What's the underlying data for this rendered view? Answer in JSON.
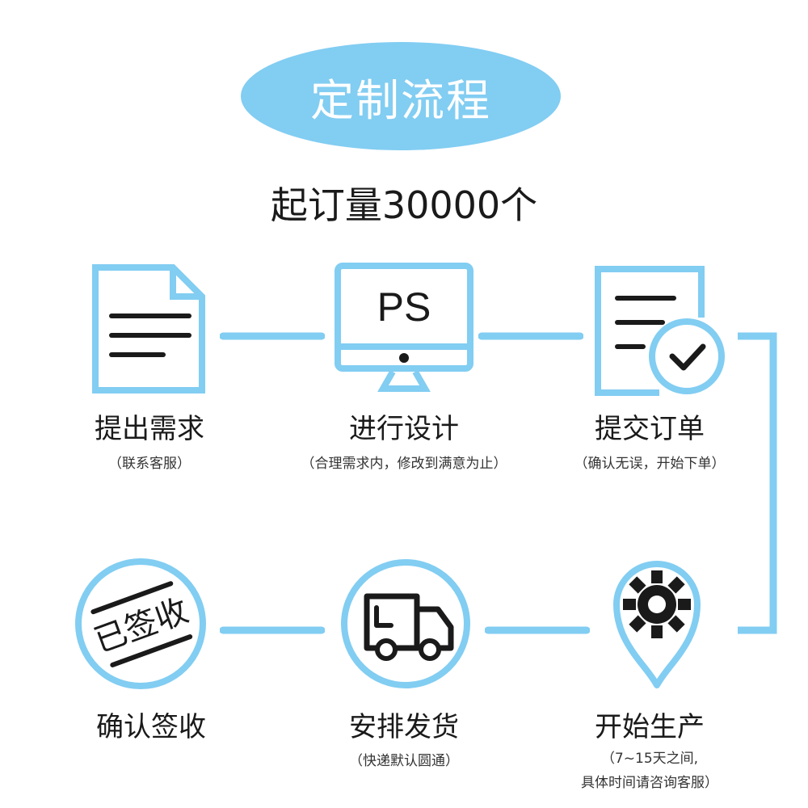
{
  "header": {
    "title": "定制流程",
    "subtitle": "起订量30000个"
  },
  "colors": {
    "accent": "#82CDF2",
    "ink": "#1A1A1A",
    "background": "#FFFFFF"
  },
  "steps": [
    {
      "title": "提出需求",
      "note": "（联系客服）",
      "icon": "document-lines-icon"
    },
    {
      "title": "进行设计",
      "note": "（合理需求内，修改到满意为止）",
      "icon": "monitor-ps-icon",
      "icon_text": "PS"
    },
    {
      "title": "提交订单",
      "note": "（确认无误，开始下单）",
      "icon": "document-check-icon"
    },
    {
      "title": "开始生产",
      "note": "（7~15天之间,",
      "note2": "具体时间请咨询客服）",
      "icon": "gear-pin-icon"
    },
    {
      "title": "安排发货",
      "note": "（快递默认圆通）",
      "icon": "delivery-truck-icon"
    },
    {
      "title": "确认签收",
      "note": "",
      "icon": "signed-stamp-icon",
      "icon_text": "已签收"
    }
  ]
}
